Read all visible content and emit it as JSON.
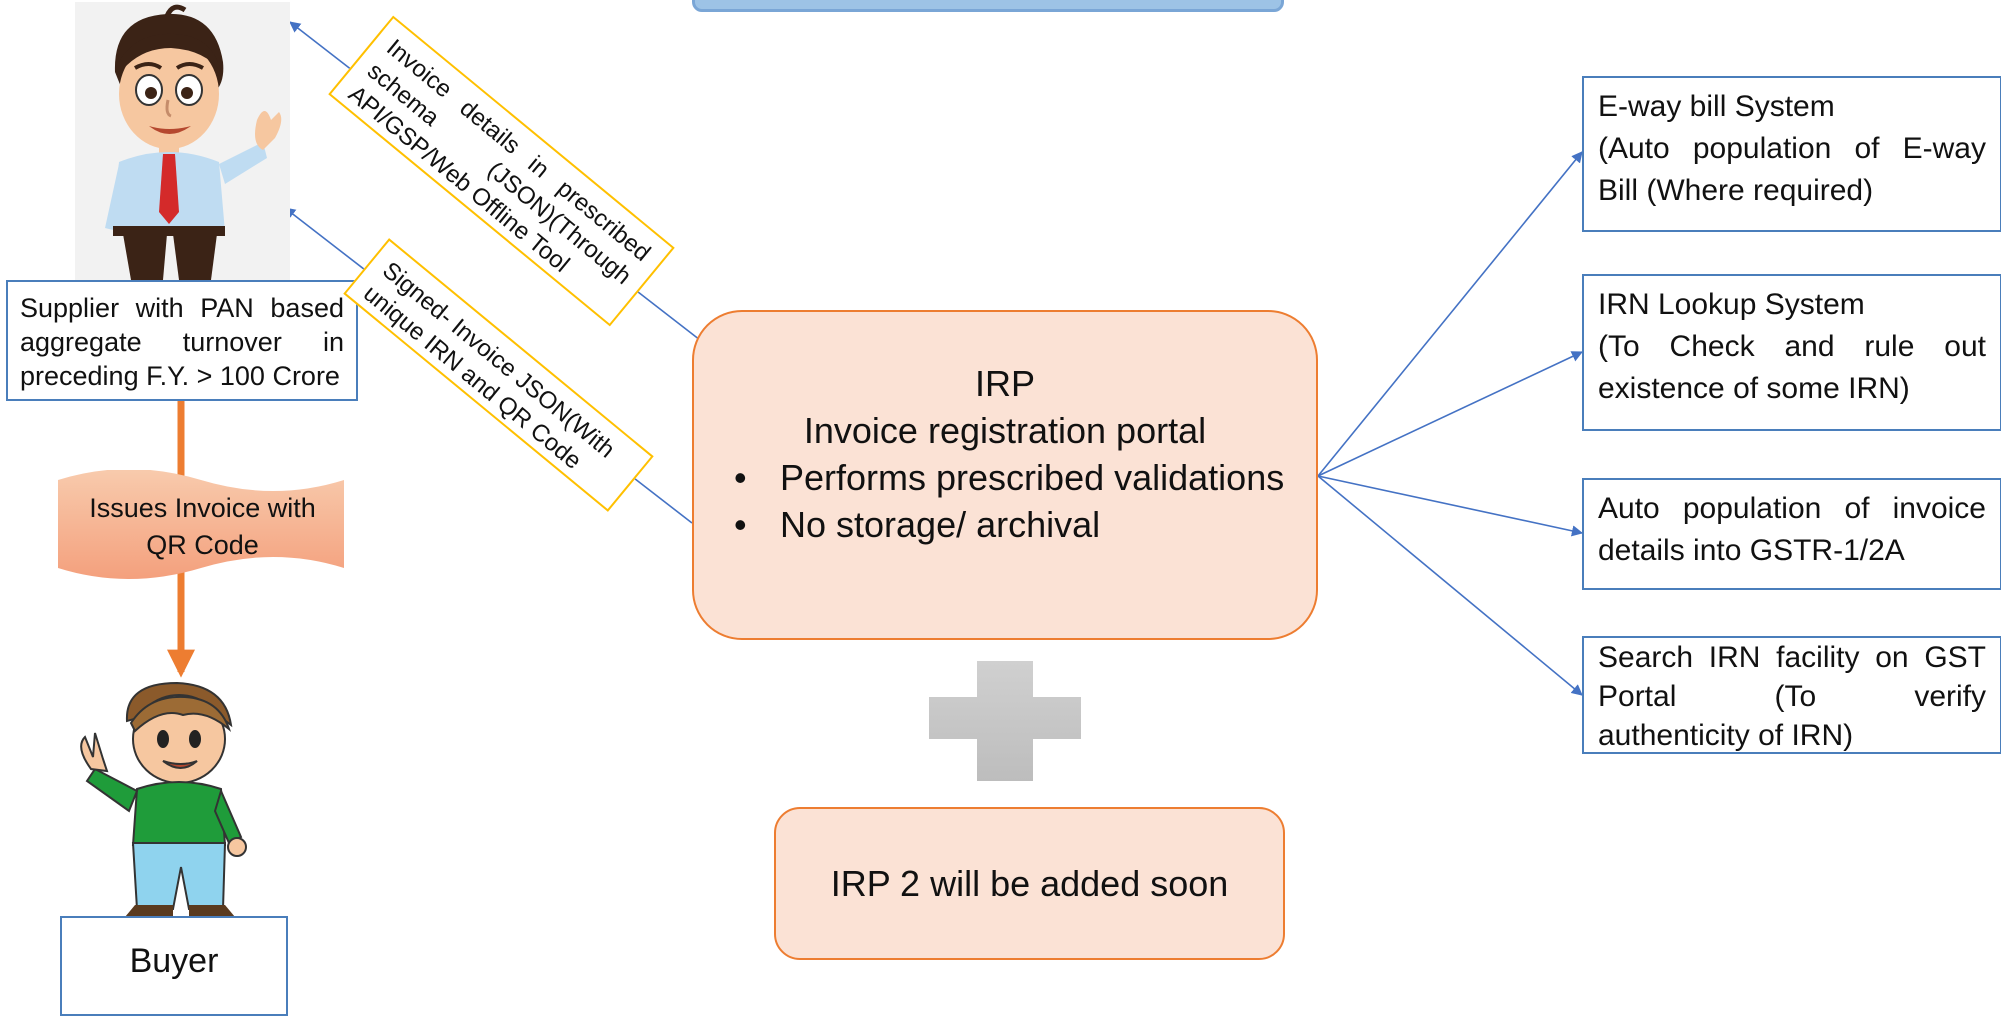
{
  "supplier": {
    "description_lines": [
      "Supplier with PAN based",
      "aggregate turnover in",
      "preceding F.Y. > 100 Crore"
    ]
  },
  "buyer": {
    "label": "Buyer"
  },
  "issue_banner": {
    "lines": [
      "Issues Invoice with",
      "QR Code"
    ]
  },
  "upload_tag": {
    "lines": [
      "Invoice details in prescribed",
      "schema (JSON)(Through",
      "API/GSP/Web Offline Tool"
    ]
  },
  "return_tag": {
    "lines": [
      "Signed- Invoice JSON(With",
      "unique IRN and QR Code"
    ]
  },
  "irp": {
    "title": "IRP",
    "subtitle": "Invoice registration portal",
    "bullets": [
      "Performs prescribed validations",
      "No storage/ archival"
    ]
  },
  "irp2": {
    "label": "IRP 2 will be added soon"
  },
  "outputs": [
    {
      "lines": [
        "E-way bill System",
        "(Auto population of E-way",
        "Bill (Where required)"
      ]
    },
    {
      "lines": [
        "IRN Lookup System",
        "(To Check and rule out",
        "existence of some IRN)"
      ]
    },
    {
      "lines": [
        "Auto population of invoice",
        "details into GSTR-1/2A"
      ]
    },
    {
      "lines": [
        "Search IRN facility on GST",
        "Portal (To verify",
        "authenticity of IRN)"
      ]
    }
  ],
  "colors": {
    "box_border": "#4a7ebb",
    "irp_fill": "#fbe2d5",
    "irp_border": "#ed7d31",
    "tag_border": "#ffc000",
    "arrow_orange": "#ed7d31",
    "arrow_blue": "#4472c4",
    "plus_gray": "#c8c8c8"
  },
  "icons": [
    "supplier-person-icon",
    "buyer-person-icon",
    "plus-icon",
    "top-bar-shape"
  ]
}
